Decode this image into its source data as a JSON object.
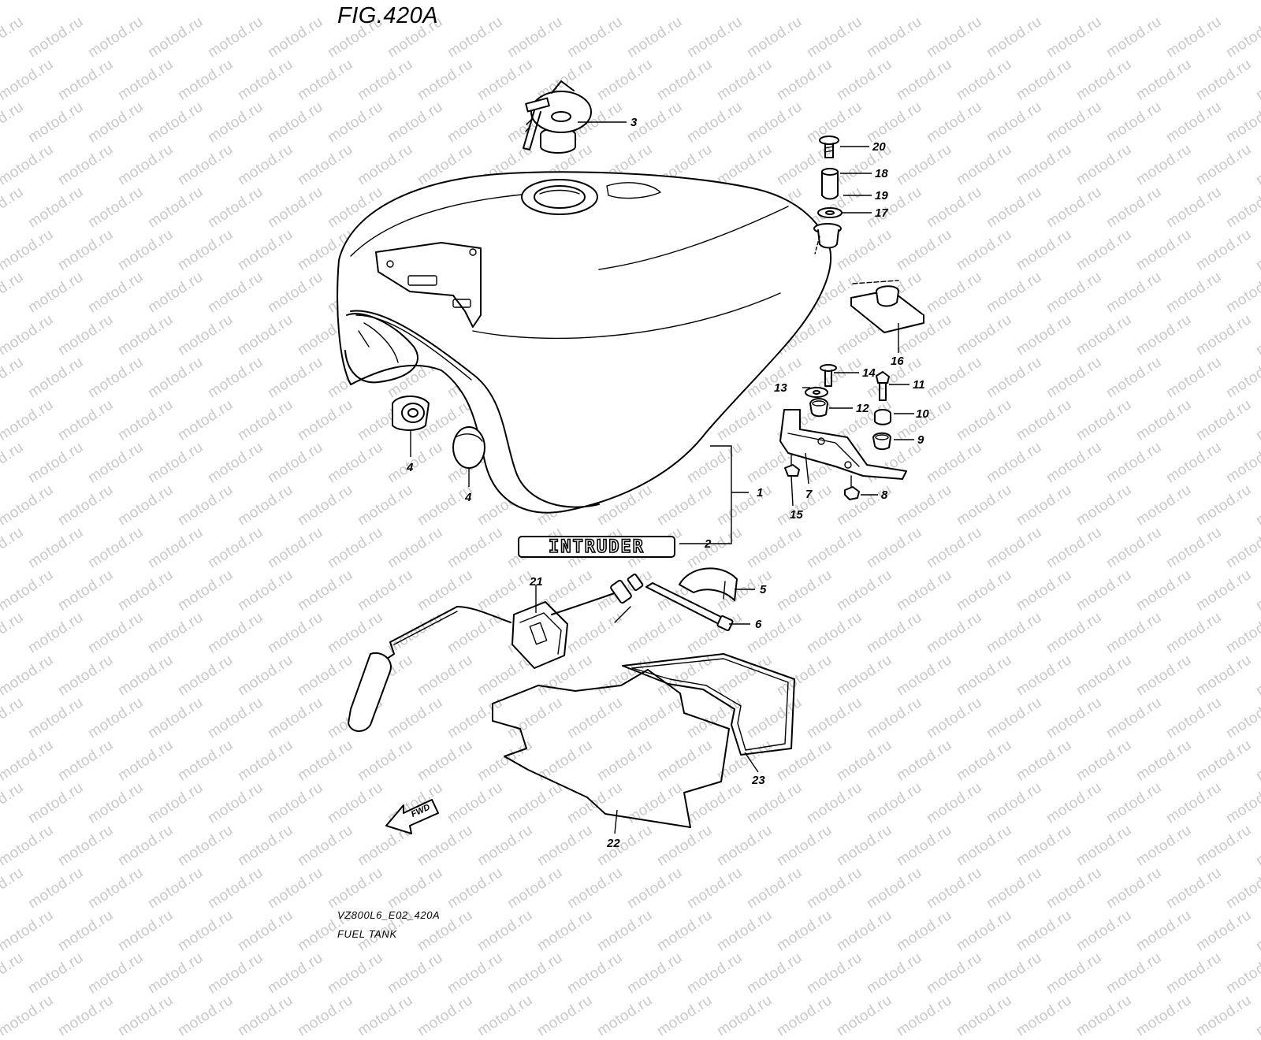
{
  "figure": {
    "title": "FIG.420A",
    "model_code": "VZ800L6_E02_420A",
    "section": "FUEL TANK",
    "watermark": "motod.ru",
    "emblem_text": "INTRUDER",
    "direction_label": "FWD"
  },
  "callouts": [
    {
      "part": "1"
    },
    {
      "part": "2"
    },
    {
      "part": "3"
    },
    {
      "part": "4"
    },
    {
      "part": "4"
    },
    {
      "part": "5"
    },
    {
      "part": "6"
    },
    {
      "part": "7"
    },
    {
      "part": "8"
    },
    {
      "part": "9"
    },
    {
      "part": "10"
    },
    {
      "part": "11"
    },
    {
      "part": "12"
    },
    {
      "part": "13"
    },
    {
      "part": "14"
    },
    {
      "part": "15"
    },
    {
      "part": "16"
    },
    {
      "part": "17"
    },
    {
      "part": "18"
    },
    {
      "part": "19"
    },
    {
      "part": "20"
    },
    {
      "part": "21"
    },
    {
      "part": "22"
    },
    {
      "part": "23"
    }
  ],
  "colors": {
    "line": "#000000",
    "background": "#ffffff",
    "watermark": "#c9c9c9"
  }
}
